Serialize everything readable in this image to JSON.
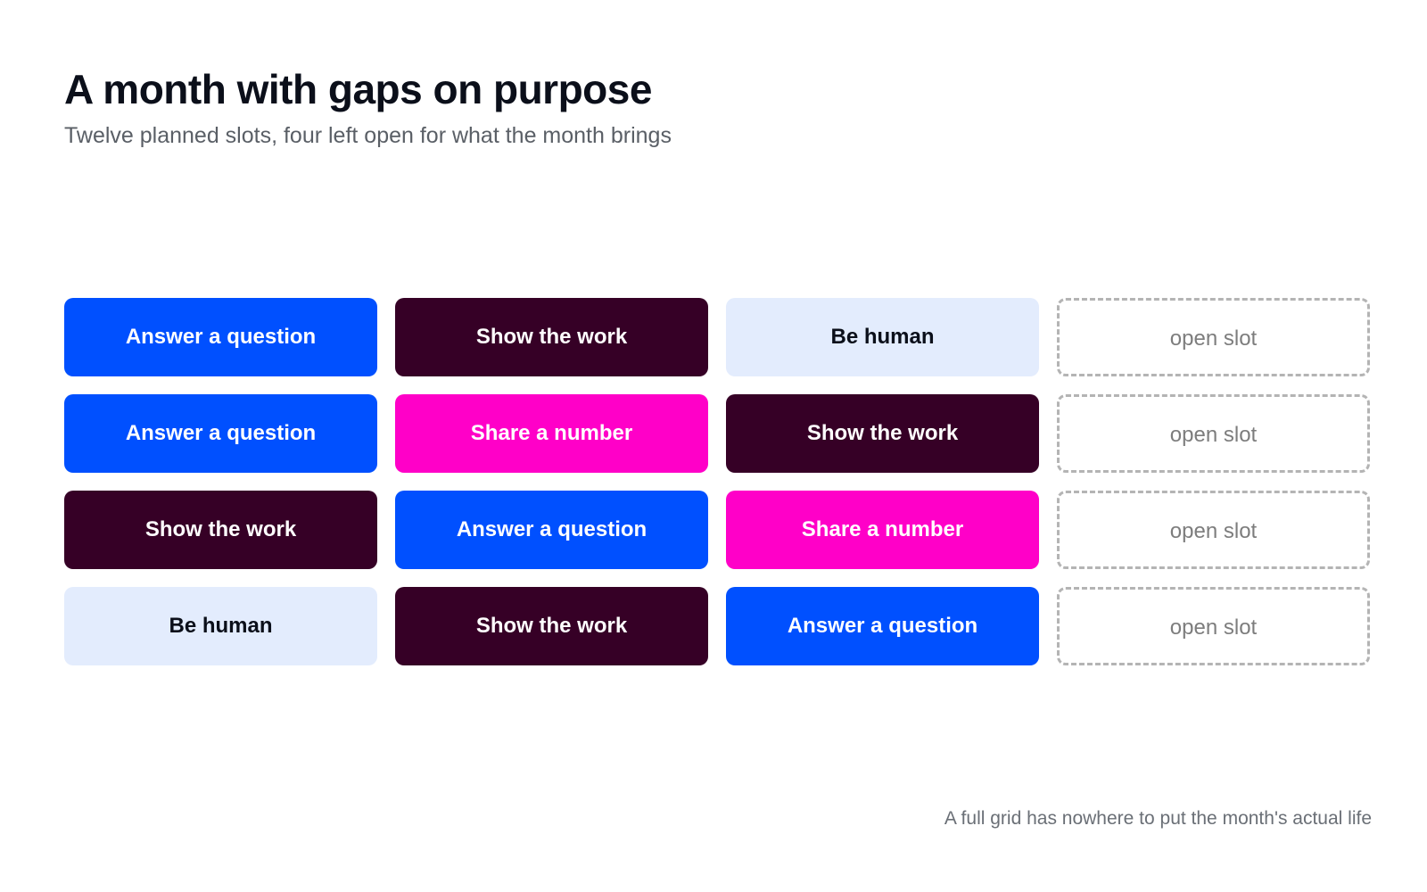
{
  "header": {
    "title": "A month with gaps on purpose",
    "subtitle": "Twelve planned slots, four left open for what the month brings"
  },
  "colors": {
    "answer": "#0050ff",
    "work": "#360026",
    "human": "#e3ecfd",
    "number": "#ff00c8",
    "open_border": "#b4b4b4"
  },
  "grid": {
    "rows": [
      [
        {
          "label": "Answer a question",
          "kind": "answer"
        },
        {
          "label": "Show the work",
          "kind": "work"
        },
        {
          "label": "Be human",
          "kind": "human"
        },
        {
          "label": "open slot",
          "kind": "open"
        }
      ],
      [
        {
          "label": "Answer a question",
          "kind": "answer"
        },
        {
          "label": "Share a number",
          "kind": "number"
        },
        {
          "label": "Show the work",
          "kind": "work"
        },
        {
          "label": "open slot",
          "kind": "open"
        }
      ],
      [
        {
          "label": "Show the work",
          "kind": "work"
        },
        {
          "label": "Answer a question",
          "kind": "answer"
        },
        {
          "label": "Share a number",
          "kind": "number"
        },
        {
          "label": "open slot",
          "kind": "open"
        }
      ],
      [
        {
          "label": "Be human",
          "kind": "human"
        },
        {
          "label": "Show the work",
          "kind": "work"
        },
        {
          "label": "Answer a question",
          "kind": "answer"
        },
        {
          "label": "open slot",
          "kind": "open"
        }
      ]
    ]
  },
  "footnote": "A full grid has nowhere to put the month's actual life"
}
